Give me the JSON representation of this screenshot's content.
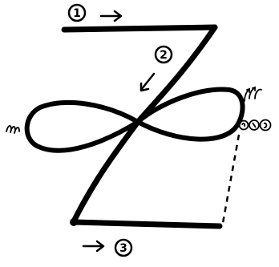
{
  "steps": [
    {
      "number": "1"
    },
    {
      "number": "2"
    },
    {
      "number": "3"
    }
  ],
  "colors": {
    "ink": "#000000",
    "background": "#ffffff"
  },
  "icons": {
    "start_arrow": "arrow-right-icon",
    "stroke_direction": "arrow-down-left-icon",
    "end_arrow": "arrow-right-icon",
    "motion_marks": "motion-lines-icon",
    "loop_sequence": "small-circles-icon"
  }
}
